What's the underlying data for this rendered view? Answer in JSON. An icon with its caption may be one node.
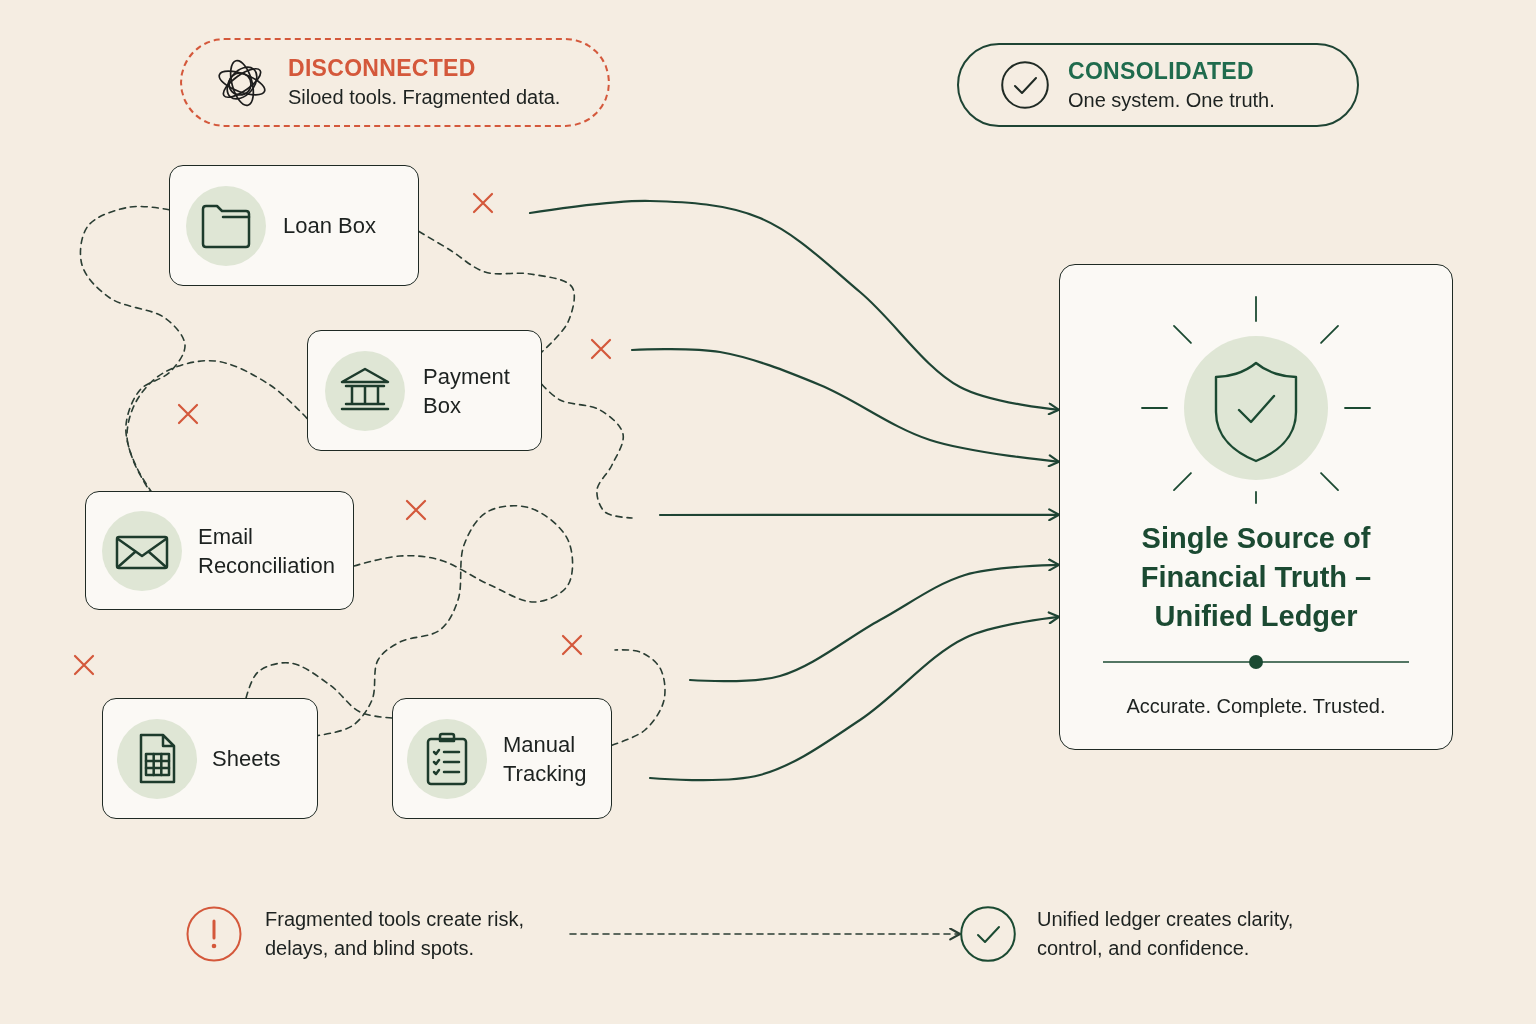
{
  "diagram": {
    "nodes": [
      {
        "text": [
          "DISCONNECTED",
          "Siloed tools. Fragmented data."
        ]
      },
      {
        "text": [
          "CONSOLIDATED",
          "One system. One truth."
        ]
      },
      {
        "text": [
          "Loan Box"
        ]
      },
      {
        "text": [
          "Payment Box"
        ]
      },
      {
        "text": [
          "Email Reconciliation"
        ]
      },
      {
        "text": [
          "Sheets"
        ]
      },
      {
        "text": [
          "Manual Tracking"
        ]
      },
      {
        "text": [
          "Single Source of Financial Truth – Unified Ledger",
          "Accurate. Complete. Trusted."
        ]
      },
      {
        "text": [
          "Fragmented tools create risk, delays, and blind spots."
        ]
      },
      {
        "text": [
          "Unified ledger creates clarity, control, and confidence."
        ]
      }
    ],
    "edges": [
      {
        "from": null,
        "to": 7,
        "arrow": "to"
      },
      {
        "from": null,
        "to": 7,
        "arrow": "to"
      },
      {
        "from": null,
        "to": 7,
        "arrow": "to"
      },
      {
        "from": null,
        "to": 7,
        "arrow": "to"
      },
      {
        "from": null,
        "to": 7,
        "arrow": "to"
      },
      {
        "from": 2,
        "to": 3,
        "arrow": "none",
        "style": "dashed"
      },
      {
        "from": 2,
        "to": 4,
        "arrow": "none",
        "style": "dashed"
      },
      {
        "from": 3,
        "to": 4,
        "arrow": "none",
        "style": "dashed"
      },
      {
        "from": 3,
        "to": null,
        "arrow": "none",
        "style": "dashed"
      },
      {
        "from": 4,
        "to": 5,
        "arrow": "none",
        "style": "dashed"
      },
      {
        "from": 5,
        "to": 6,
        "arrow": "none",
        "style": "dashed"
      },
      {
        "from": 6,
        "to": null,
        "arrow": "none",
        "style": "dashed"
      },
      {
        "from": 8,
        "to": 9,
        "arrow": "to",
        "style": "dashed"
      }
    ]
  }
}
